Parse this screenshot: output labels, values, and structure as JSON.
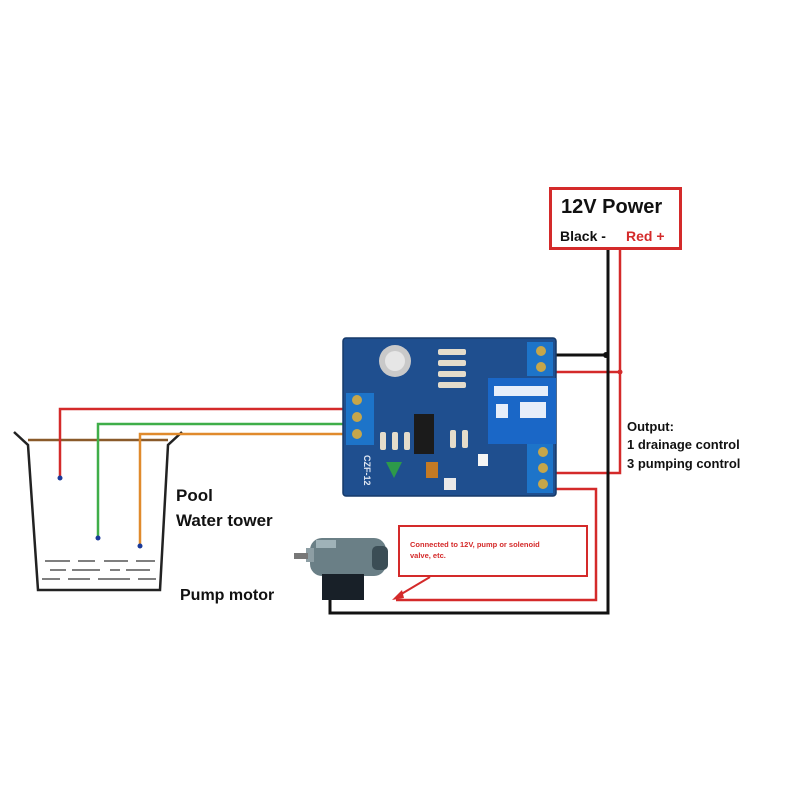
{
  "power": {
    "title": "12V Power",
    "black_label": "Black -",
    "red_label": "Red +"
  },
  "output": {
    "title": "Output:",
    "line1": "1 drainage control",
    "line2": "3 pumping control"
  },
  "tank": {
    "pool_label": "Pool",
    "tower_label": "Water tower"
  },
  "motor": {
    "label": "Pump motor"
  },
  "note": {
    "text": "Connected to 12V, pump or solenoid valve, etc."
  },
  "board": {
    "silkscreen": "CZF-12"
  },
  "colors": {
    "red_wire": "#d42a2a",
    "black_wire": "#111111",
    "green_wire": "#3fae49",
    "orange_wire": "#e08a2c",
    "board": "#1f4f8f",
    "terminal": "#1d74c9",
    "relay": "#1a67c7"
  }
}
